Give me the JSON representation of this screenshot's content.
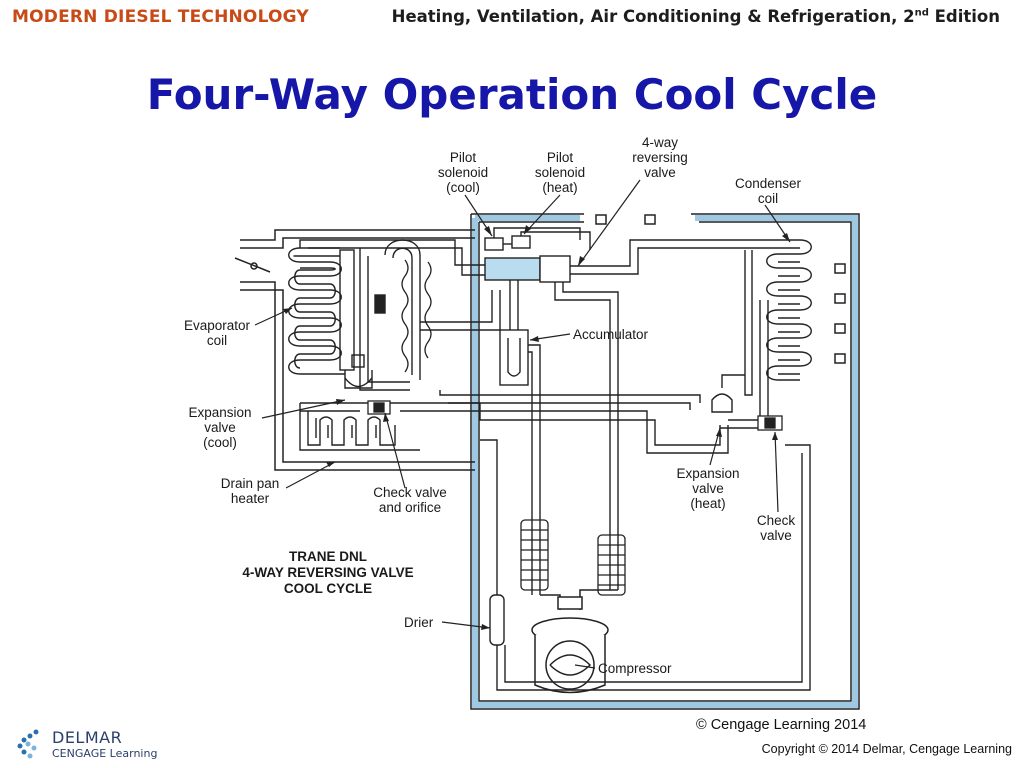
{
  "header": {
    "left": "MODERN DIESEL TECHNOLOGY",
    "right_main": "Heating, Ventilation, Air Conditioning & Refrigeration, 2",
    "right_sup": "nd",
    "right_end": " Edition"
  },
  "title": "Four-Way Operation Cool Cycle",
  "labels": {
    "pilot_cool": [
      "Pilot",
      "solenoid",
      "(cool)"
    ],
    "pilot_heat": [
      "Pilot",
      "solenoid",
      "(heat)"
    ],
    "reversing_valve": [
      "4-way",
      "reversing",
      "valve"
    ],
    "condenser": [
      "Condenser",
      "coil"
    ],
    "evaporator": [
      "Evaporator",
      "coil"
    ],
    "accumulator": "Accumulator",
    "expansion_cool": [
      "Expansion",
      "valve",
      "(cool)"
    ],
    "drain_pan": [
      "Drain pan",
      "heater"
    ],
    "check_orifice": [
      "Check valve",
      "and orifice"
    ],
    "expansion_heat": [
      "Expansion",
      "valve",
      "(heat)"
    ],
    "check_valve": [
      "Check",
      "valve"
    ],
    "drier": "Drier",
    "compressor": "Compressor",
    "caption": [
      "TRANE DNL",
      "4-WAY REVERSING VALVE",
      "COOL CYCLE"
    ]
  },
  "credit": "© Cengage Learning 2014",
  "copyright": "Copyright © 2014 Delmar, Cengage Learning",
  "logo": {
    "name": "DELMAR",
    "sub": "CENGAGE Learning"
  },
  "colors": {
    "header_orange": "#c84a16",
    "title_blue": "#1616a8",
    "duct_blue": "#b9dcef"
  }
}
